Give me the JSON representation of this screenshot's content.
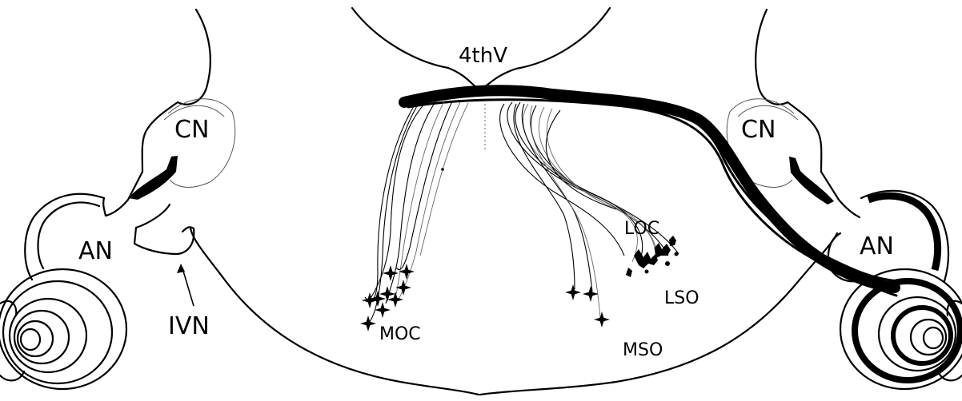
{
  "labels": {
    "fourth_ventricle": "4thV",
    "cn_left": "CN",
    "cn_right": "CN",
    "an_left": "AN",
    "an_right": "AN",
    "ivn": "IVN",
    "moc": "MOC",
    "loc": "LOC",
    "lso": "LSO",
    "mso": "MSO"
  }
}
